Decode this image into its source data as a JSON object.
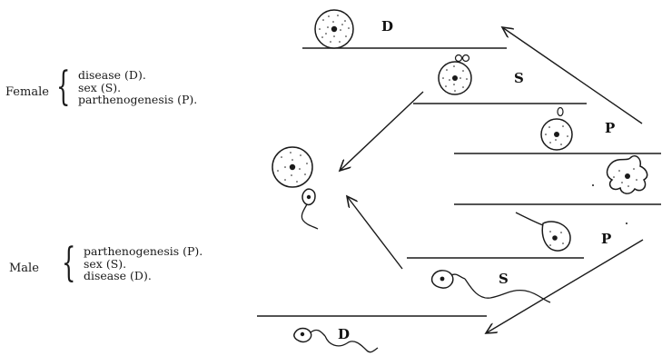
{
  "female": {
    "label": "Female",
    "items": [
      "disease (D).",
      "sex (S).",
      "parthenogenesis (P)."
    ]
  },
  "male": {
    "label": "Male",
    "items": [
      "parthenogenesis (P).",
      "sex (S).",
      "disease (D)."
    ]
  },
  "stage_letters": {
    "d_top": "D",
    "s_top": "S",
    "p_top": "P",
    "p_bottom": "P",
    "s_bottom": "S",
    "d_bottom": "D"
  },
  "colors": {
    "ink": "#1a1a1a",
    "background": "#ffffff"
  }
}
